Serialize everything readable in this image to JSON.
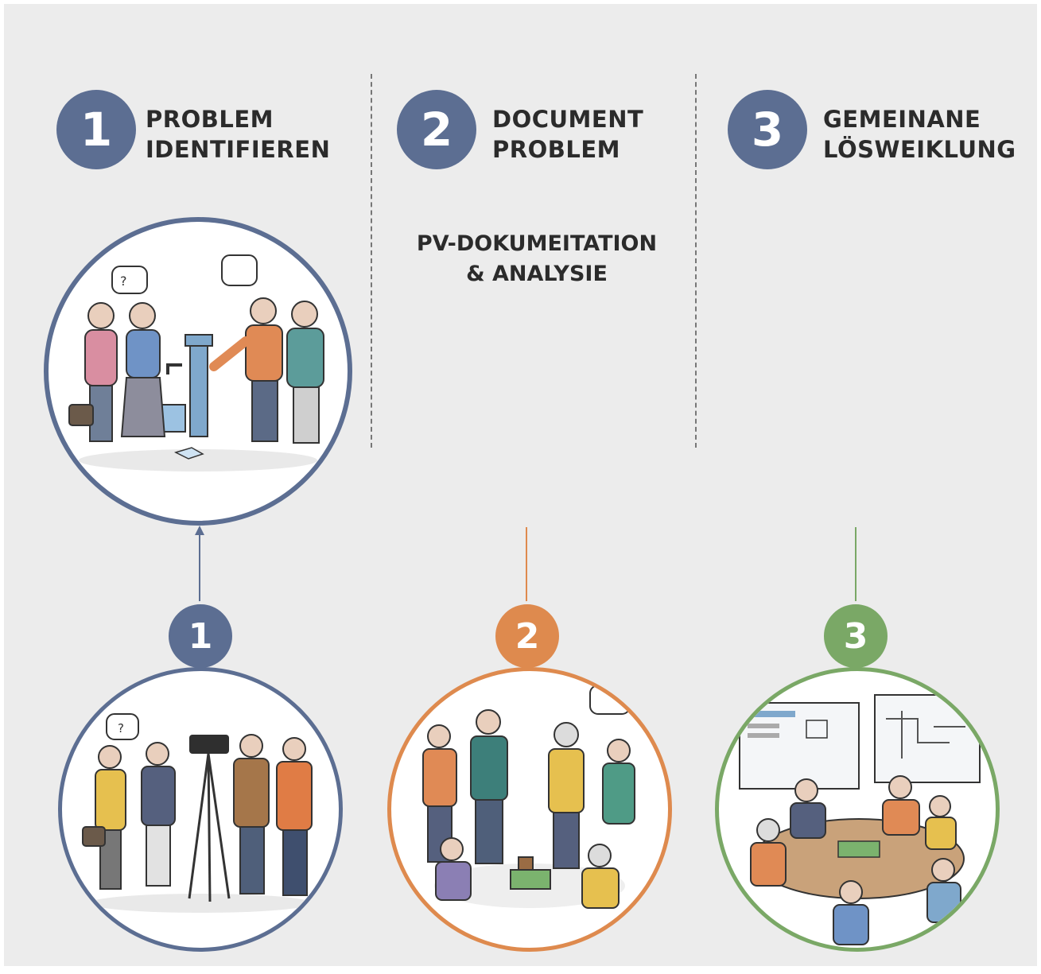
{
  "steps": [
    {
      "number": "1",
      "title_line1": "PROBLEM",
      "title_line2": "IDENTIFIEREN"
    },
    {
      "number": "2",
      "title_line1": "DOCUMENT",
      "title_line2": "PROBLEM",
      "subtitle_line1": "PV-DOKUMEITATION",
      "subtitle_line2": "& ANALYSIE"
    },
    {
      "number": "3",
      "title_line1": "GEMEINANE",
      "title_line2": "LÖSWEIKLUNG"
    }
  ],
  "timeline": {
    "nodes": [
      {
        "number": "1",
        "color": "#5c6e92"
      },
      {
        "number": "2",
        "color": "#de8a4e"
      },
      {
        "number": "3",
        "color": "#7aa866"
      }
    ]
  },
  "colors": {
    "badge": "#5c6e92",
    "blue": "#5c6e92",
    "orange": "#de8a4e",
    "green": "#7aa866",
    "background": "#ececec"
  },
  "illustrations": {
    "top": "seniors-at-broken-water-pump",
    "bottom_1": "seniors-filmed-by-camera-crew",
    "bottom_2": "group-documenting-with-tablets",
    "bottom_3": "team-workshop-at-round-table"
  }
}
